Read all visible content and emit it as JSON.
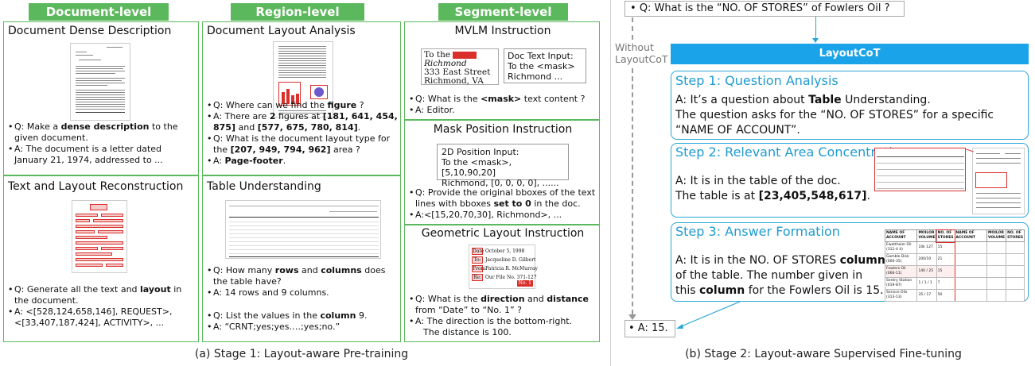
{
  "headers": {
    "document_level": "Document-level",
    "region_level": "Region-level",
    "segment_level": "Segment-level"
  },
  "doc_dense": {
    "title": "Document Dense Description",
    "q_pre": "Q: Make a ",
    "q_bold": "dense description",
    "q_post": " to the given document.",
    "a": "A: The document is a letter dated January 21, 1974, addressed to ..."
  },
  "text_layout": {
    "title": "Text and Layout Reconstruction",
    "q_pre": "Q: Generate all the text and ",
    "q_bold": "layout",
    "q_post": " in the document.",
    "a": "A: <[528,124,658,146], REQUEST>, <[33,407,187,424], ACTIVITY>, ..."
  },
  "layout_analysis": {
    "title": "Document Layout Analysis",
    "q1_pre": "Q: Where can we find the ",
    "q1_bold": "figure",
    "q1_post": " ?",
    "a1_pre": "A: There are ",
    "a1_b1": "2",
    "a1_mid1": " figures at ",
    "a1_b2": "[181, 641, 454, 875]",
    "a1_mid2": " and ",
    "a1_b3": "[577, 675, 780, 814]",
    "a1_post": ".",
    "q2_pre": "Q: What is the document layout type for the ",
    "q2_bold": "[207, 949, 794, 962]",
    "q2_post": " area ?",
    "a2_pre": "A: ",
    "a2_bold": "Page-footer",
    "a2_post": "."
  },
  "table_understanding": {
    "title": "Table Understanding",
    "q1_pre": "Q: How many ",
    "q1_b1": "rows",
    "q1_mid": " and ",
    "q1_b2": "columns",
    "q1_post": " does the table have?",
    "a1": "A: 14 rows and 9 columns.",
    "q2_pre": "Q: List the values in the ",
    "q2_bold": "column",
    "q2_post": " 9.",
    "a2": "A:   “CRNT;yes;yes….;yes;no.”"
  },
  "mvlm": {
    "title": "MVLM Instruction",
    "doc_to": "To the",
    "doc_name": "Richmond",
    "doc_addr1": "333 East Street",
    "doc_addr2": "Richmond, VA",
    "input_label": "Doc Text Input:",
    "input_line1": "To the <mask>",
    "input_line2": "Richmond ...",
    "q_pre": "Q: What is the ",
    "q_bold": "<mask>",
    "q_post": " text content ?",
    "a": "A: Editor."
  },
  "mask_position": {
    "title": "Mask Position Instruction",
    "input_label": "2D Position Input:",
    "input_line1": "To the <mask>, [5,10,90,20]",
    "input_line2": "Richmond, [0, 0, 0, 0], ......",
    "q_pre": "Q: Provide the original bboxes of the text lines with bboxes ",
    "q_bold": "set to 0",
    "q_post": " in the doc.",
    "a": "A:<[15,20,70,30], Richmond>, ..."
  },
  "geometric": {
    "title": "Geometric Layout Instruction",
    "doc_rows": [
      {
        "key": "Date",
        "val": "October 5, 1998"
      },
      {
        "key": "To:",
        "val": "Jacqueline D. Gilbert"
      },
      {
        "key": "From:",
        "val": "Patricia R. McMurray"
      },
      {
        "key": "Re:",
        "val": "Our File No. 371-127"
      }
    ],
    "doc_badge": "No. 1",
    "q_pre": "Q: What is the ",
    "q_b1": "direction",
    "q_mid": " and ",
    "q_b2": "distance",
    "q_post": " from “Date” to “No. 1” ?",
    "a1": "A: The direction is the bottom-right.",
    "a2": "The distance is 100."
  },
  "right": {
    "question": "Q: What is the  “NO. OF STORES”  of Fowlers Oil ?",
    "without": "Without LayoutCoT",
    "layoutcot": "LayoutCoT",
    "step1_title": "Step 1: Question Analysis",
    "step1_l1_pre": "A: It’s a question about ",
    "step1_l1_bold": "Table",
    "step1_l1_post": " Understanding.",
    "step1_l2": "The question asks for the  “NO. OF STORES”  for a specific",
    "step1_l3": "“NAME OF ACCOUNT”.",
    "step2_title": "Step 2: Relevant Area Concentration",
    "step2_l1": "A: It is in the table of the doc.",
    "step2_l2_pre": "The table is at ",
    "step2_l2_bold": "[23,405,548,617]",
    "step2_l2_post": ".",
    "step3_title": "Step 3: Answer Formation",
    "step3_l1_pre": "A: It is in the NO. OF STORES ",
    "step3_l1_bold": "column",
    "step3_l2": "of the table. The number given in",
    "step3_l3_pre": "this ",
    "step3_l3_bold": "column",
    "step3_l3_post": " for the Fowlers Oil is 15.",
    "table_headers": [
      "NAME OF ACCOUNT",
      "MOILOR VOLUME",
      "NO. OF STORES",
      "NAME OF ACCOUNT",
      "MOILOR VOLUME",
      "NO. OF STORES"
    ],
    "table_rows": [
      [
        "Ewetthaim Oil (311-4 4)",
        "10k 127",
        "15"
      ],
      [
        "Gamble Disk (000-35)",
        "200/10",
        "21"
      ],
      [
        "Fowlers Oil (066-11)",
        "140 / 25",
        "15"
      ],
      [
        "Sentry Station (019-87)",
        "1 / 1 / 1",
        "7"
      ],
      [
        "Service Oils (313-13)",
        "35 / 17",
        "50"
      ]
    ],
    "answer": "• A: 15."
  },
  "captions": {
    "left": "(a) Stage 1: Layout-aware Pre-training",
    "right": "(b) Stage 2: Layout-aware Supervised Fine-tuning"
  },
  "colors": {
    "green": "#5cb85c",
    "blue": "#2aa6d8",
    "bar_blue": "#1aa3e8",
    "red": "#d9302c"
  }
}
